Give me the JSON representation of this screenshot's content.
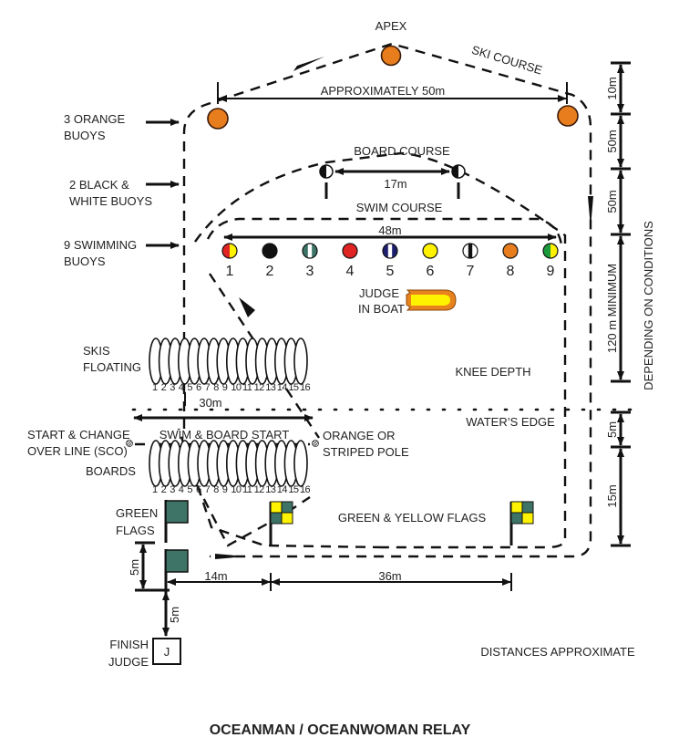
{
  "title": "OCEANMAN / OCEANWOMAN RELAY",
  "colors": {
    "orange": "#E87D1E",
    "red": "#E02424",
    "yellow": "#FFF200",
    "green": "#1A9A3A",
    "teal": "#3E7468",
    "navy": "#1C1F6E",
    "black": "#111111",
    "boat_orange": "#E8821E",
    "boat_yellow": "#FFF200"
  },
  "labels": {
    "apex": "APEX",
    "ski_course": "SKI COURSE",
    "approx_50m": "APPROXIMATELY 50m",
    "board_course": "BOARD COURSE",
    "dist_17m": "17m",
    "swim_course": "SWIM COURSE",
    "dist_48m": "48m",
    "judge_boat_1": "JUDGE",
    "judge_boat_2": "IN BOAT",
    "knee_depth": "KNEE DEPTH",
    "waters_edge": "WATER’S EDGE",
    "skis_1": "SKIS",
    "skis_2": "FLOATING",
    "dist_30m": "30m",
    "start_change_1": "START & CHANGE",
    "start_change_2": "OVER LINE (SCO)",
    "swim_board_start": "SWIM & BOARD START",
    "pole_1": "ORANGE OR",
    "pole_2": "STRIPED POLE",
    "boards": "BOARDS",
    "green_flags_1": "GREEN",
    "green_flags_2": "FLAGS",
    "gy_flags": "GREEN & YELLOW FLAGS",
    "dist_5m_left": "5m",
    "dist_14m": "14m",
    "dist_36m": "36m",
    "dist_5m_judge": "5m",
    "finish_1": "FINISH",
    "finish_2": "JUDGE",
    "judge_letter": "J",
    "distances_approx": "DISTANCES APPROXIMATE"
  },
  "legend_left": [
    {
      "line1": "3 ORANGE",
      "line2": "BUOYS"
    },
    {
      "line1": "2 BLACK &",
      "line2": "WHITE BUOYS"
    },
    {
      "line1": "9 SWIMMING",
      "line2": "BUOYS"
    }
  ],
  "right_scale": {
    "segments": [
      "10m",
      "50m",
      "50m",
      "120 m MINIMUM",
      "5m",
      "15m"
    ],
    "note": "DEPENDING ON CONDITIONS"
  },
  "swim_buoys": [
    {
      "n": "1",
      "pattern": "split",
      "left": "red",
      "right": "yellow"
    },
    {
      "n": "2",
      "pattern": "solid",
      "fill": "black"
    },
    {
      "n": "3",
      "pattern": "stripe",
      "side": "teal",
      "center": "white"
    },
    {
      "n": "4",
      "pattern": "solid",
      "fill": "red"
    },
    {
      "n": "5",
      "pattern": "stripe",
      "side": "navy",
      "center": "white"
    },
    {
      "n": "6",
      "pattern": "solid",
      "fill": "yellow"
    },
    {
      "n": "7",
      "pattern": "stripe",
      "side": "white",
      "center": "black"
    },
    {
      "n": "8",
      "pattern": "solid",
      "fill": "orange"
    },
    {
      "n": "9",
      "pattern": "split",
      "left": "green",
      "right": "yellow"
    }
  ],
  "ski_numbers": [
    "1",
    "2",
    "3",
    "4",
    "5",
    "6",
    "7",
    "8",
    "9",
    "10",
    "11",
    "12",
    "13",
    "14",
    "15",
    "16"
  ],
  "board_numbers": [
    "1",
    "2",
    "3",
    "4",
    "5",
    "6",
    "7",
    "8",
    "9",
    "10",
    "11",
    "12",
    "13",
    "14",
    "15",
    "16"
  ]
}
